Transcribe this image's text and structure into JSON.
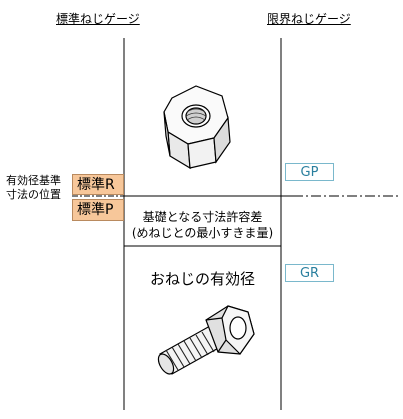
{
  "headers": {
    "standard_gauge": "標準ねじゲージ",
    "limit_gauge": "限界ねじゲージ"
  },
  "left_label": {
    "line1": "有効径基準",
    "line2": "寸法の位置"
  },
  "boxes": {
    "standard_r": "標準R",
    "standard_p": "標準P",
    "gp": "GP",
    "gr": "GR"
  },
  "middle_text": {
    "line1": "基礎となる寸法許容差",
    "line2": "(めねじとの最小すきま量)"
  },
  "bolt_label": "おねじの有効径",
  "colors": {
    "orange_box": "#f7c79a",
    "cyan_text": "#2a7f9e",
    "cyan_border": "#7ab8cc"
  },
  "icons": {
    "nut": "hex-nut-icon",
    "bolt": "hex-bolt-icon"
  }
}
